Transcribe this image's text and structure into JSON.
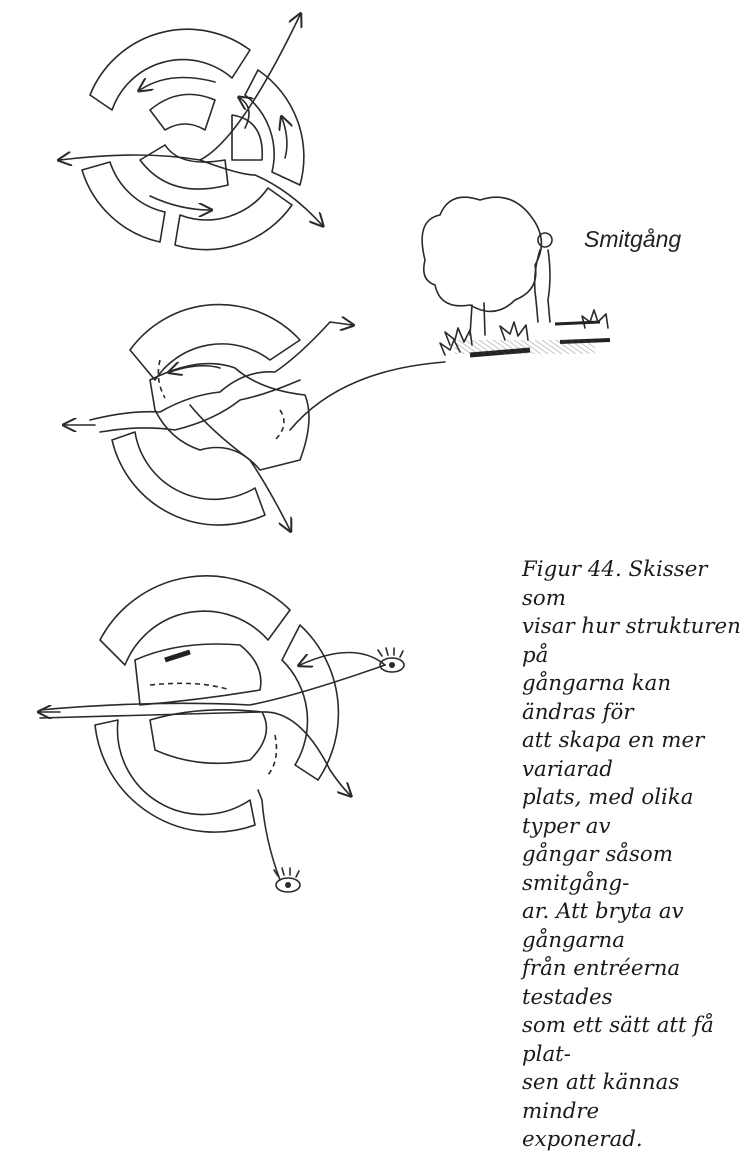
{
  "label": "Smitgång",
  "caption": "Figur 44. Skisser som\nvisar hur strukturen på\ngångarna kan ändras för\natt skapa en mer variarad\nplats, med olika typer av\ngångar såsom smitgång-\nar. Att bryta av gångarna\nfrån entréerna testades\nsom ett sätt att få plat-\nsen att kännas mindre\nexponerad.",
  "sketches": [
    "sketch-1",
    "sketch-2",
    "sketch-3",
    "smitgang-sketch"
  ],
  "colors": {
    "ink": "#2a2a2a",
    "hatch": "#7a7a7a",
    "background": "#ffffff"
  }
}
